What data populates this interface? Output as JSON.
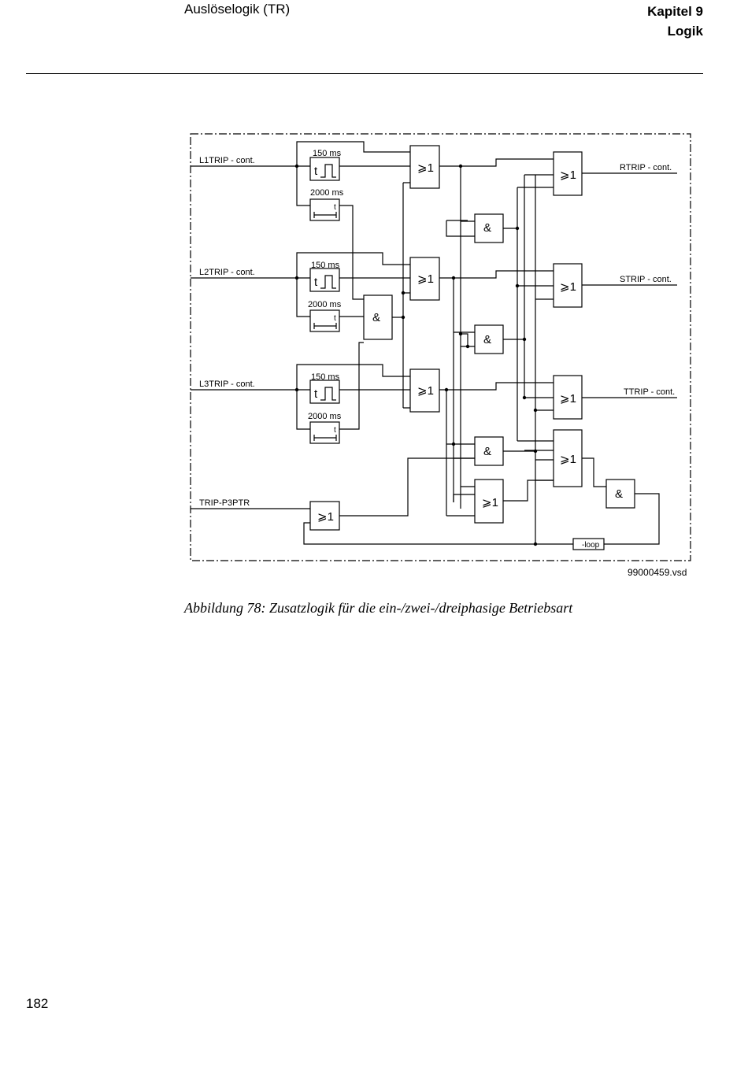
{
  "header": {
    "section": "Auslöselogik (TR)",
    "chapter": "Kapitel 9",
    "chapter_title": "Logik"
  },
  "diagram": {
    "inputs": {
      "l1": "L1TRIP - cont.",
      "l2": "L2TRIP - cont.",
      "l3": "L3TRIP - cont.",
      "p3": "TRIP-P3PTR"
    },
    "outputs": {
      "r": "RTRIP - cont.",
      "s": "STRIP - cont.",
      "t": "TTRIP - cont."
    },
    "timers": {
      "pulse": "150 ms",
      "delay": "2000 ms",
      "t": "t"
    },
    "gates": {
      "or": "⩾1",
      "and": "&"
    },
    "loop": "-loop",
    "file_id": "99000459.vsd"
  },
  "caption": "Abbildung 78: Zusatzlogik für die ein-/zwei-/dreiphasige Betriebsart",
  "page_number": "182"
}
